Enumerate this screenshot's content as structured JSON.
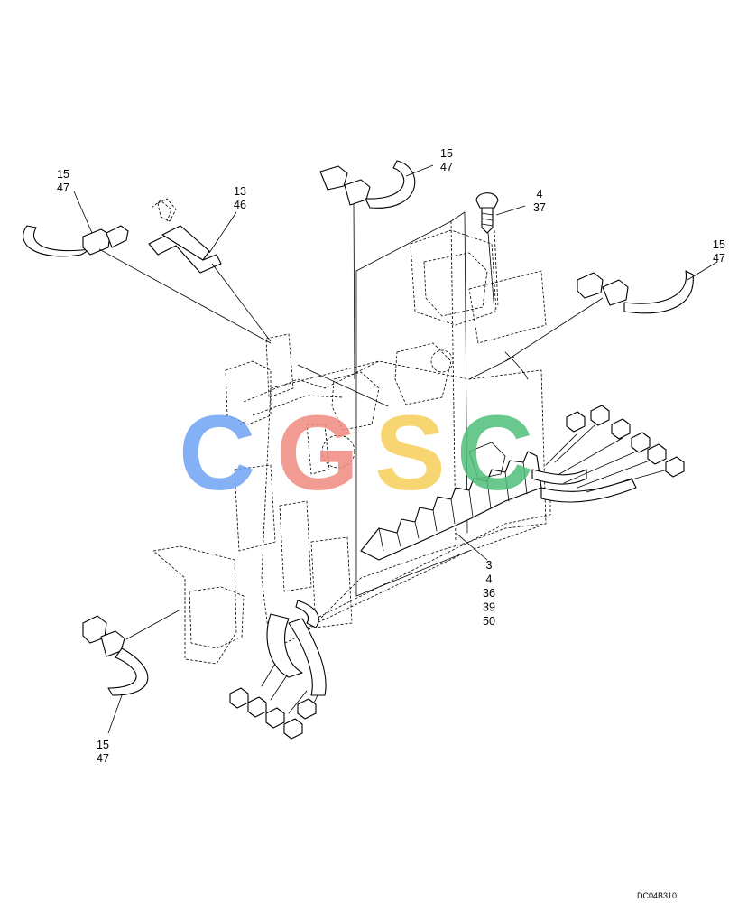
{
  "callouts": [
    {
      "id": "c1",
      "lines": [
        "15",
        "47"
      ]
    },
    {
      "id": "c2",
      "lines": [
        "13",
        "46"
      ]
    },
    {
      "id": "c3",
      "lines": [
        "15",
        "47"
      ]
    },
    {
      "id": "c4",
      "lines": [
        "4",
        "37"
      ]
    },
    {
      "id": "c5",
      "lines": [
        "15",
        "47"
      ]
    },
    {
      "id": "c6",
      "lines": [
        "3",
        "4",
        "36",
        "39",
        "50"
      ]
    },
    {
      "id": "c7",
      "lines": [
        "15",
        "47"
      ]
    }
  ],
  "drawing_code": "DC04B310",
  "watermark": {
    "letters": [
      "C",
      "G",
      "S",
      "C"
    ],
    "colors": [
      "#6fa3f5",
      "#f08a80",
      "#f6cf5a",
      "#4fbf7a"
    ]
  }
}
